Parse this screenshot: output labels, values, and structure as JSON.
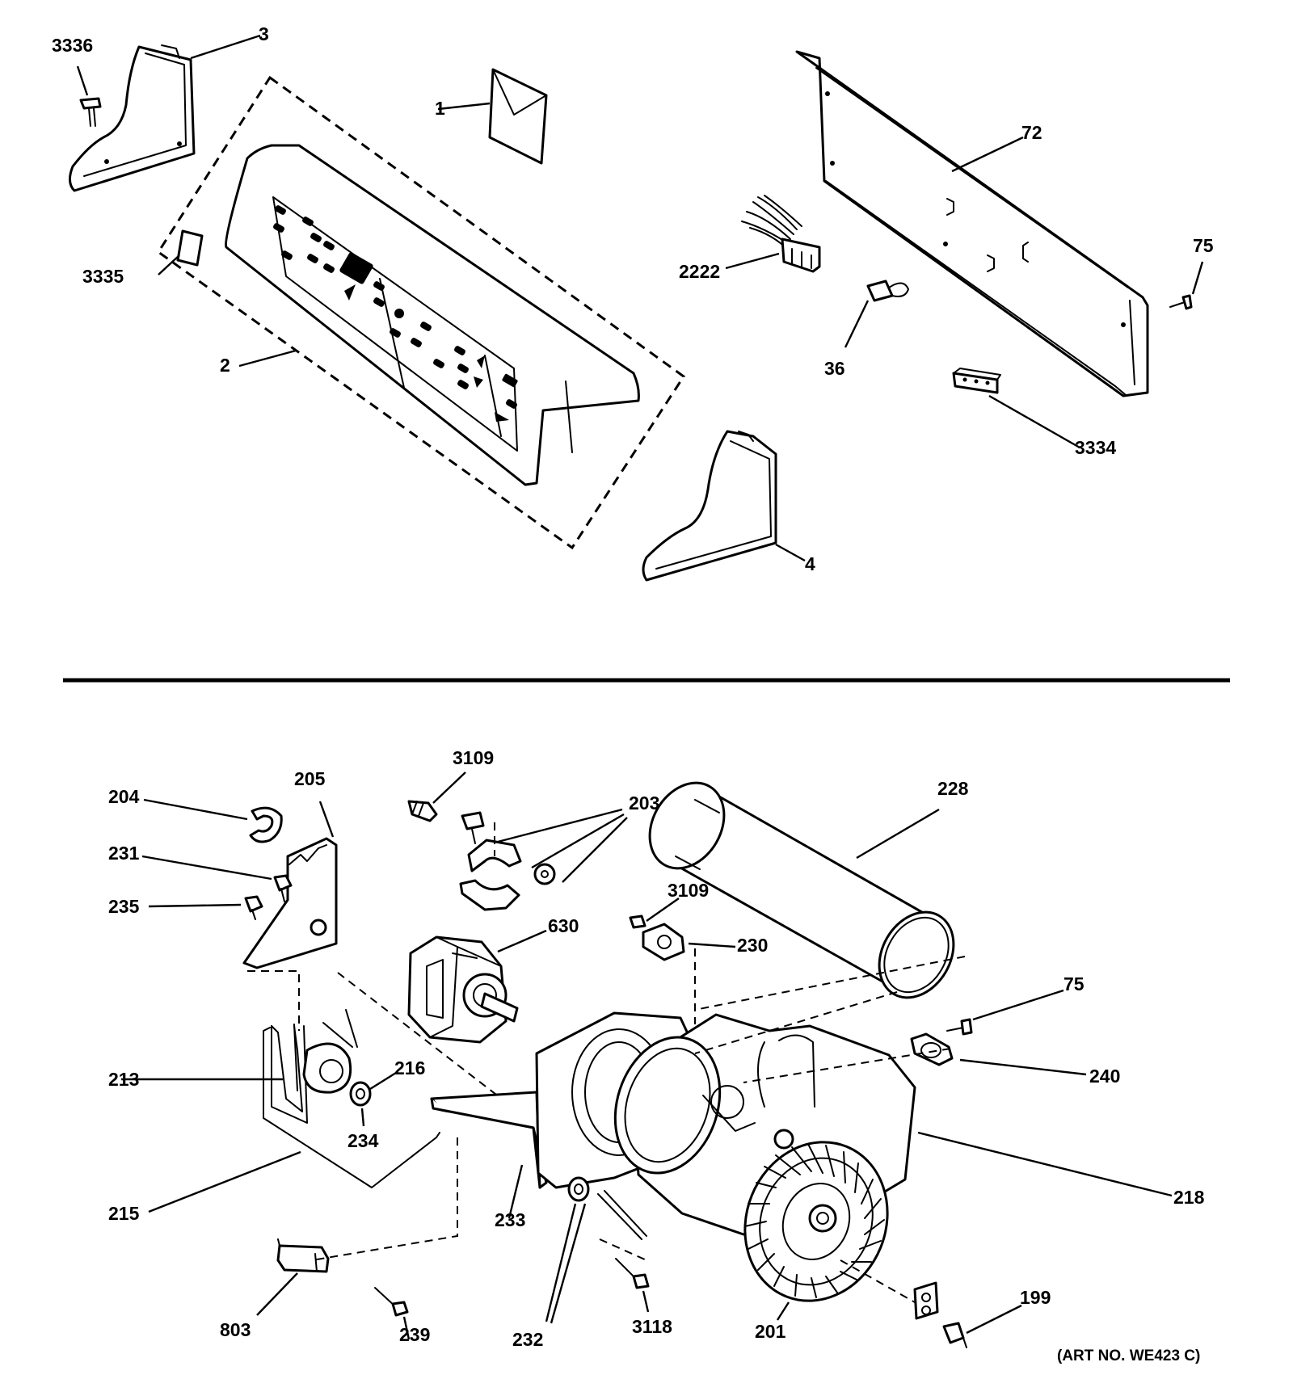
{
  "callouts": {
    "c3336": "3336",
    "c3": "3",
    "c1": "1",
    "c72": "72",
    "c3335": "3335",
    "c2222": "2222",
    "c75top": "75",
    "c2": "2",
    "c36": "36",
    "c3334": "3334",
    "c4": "4",
    "c3109a": "3109",
    "c203": "203",
    "c228": "228",
    "c204": "204",
    "c205": "205",
    "c231": "231",
    "c235": "235",
    "c3109b": "3109",
    "c630": "630",
    "c230": "230",
    "c75bot": "75",
    "c213": "213",
    "c216": "216",
    "c234": "234",
    "c240": "240",
    "c215": "215",
    "c233": "233",
    "c218": "218",
    "c199": "199",
    "c803": "803",
    "c239": "239",
    "c232": "232",
    "c3118": "3118",
    "c201": "201"
  },
  "art_number": "(ART NO. WE423 C)"
}
